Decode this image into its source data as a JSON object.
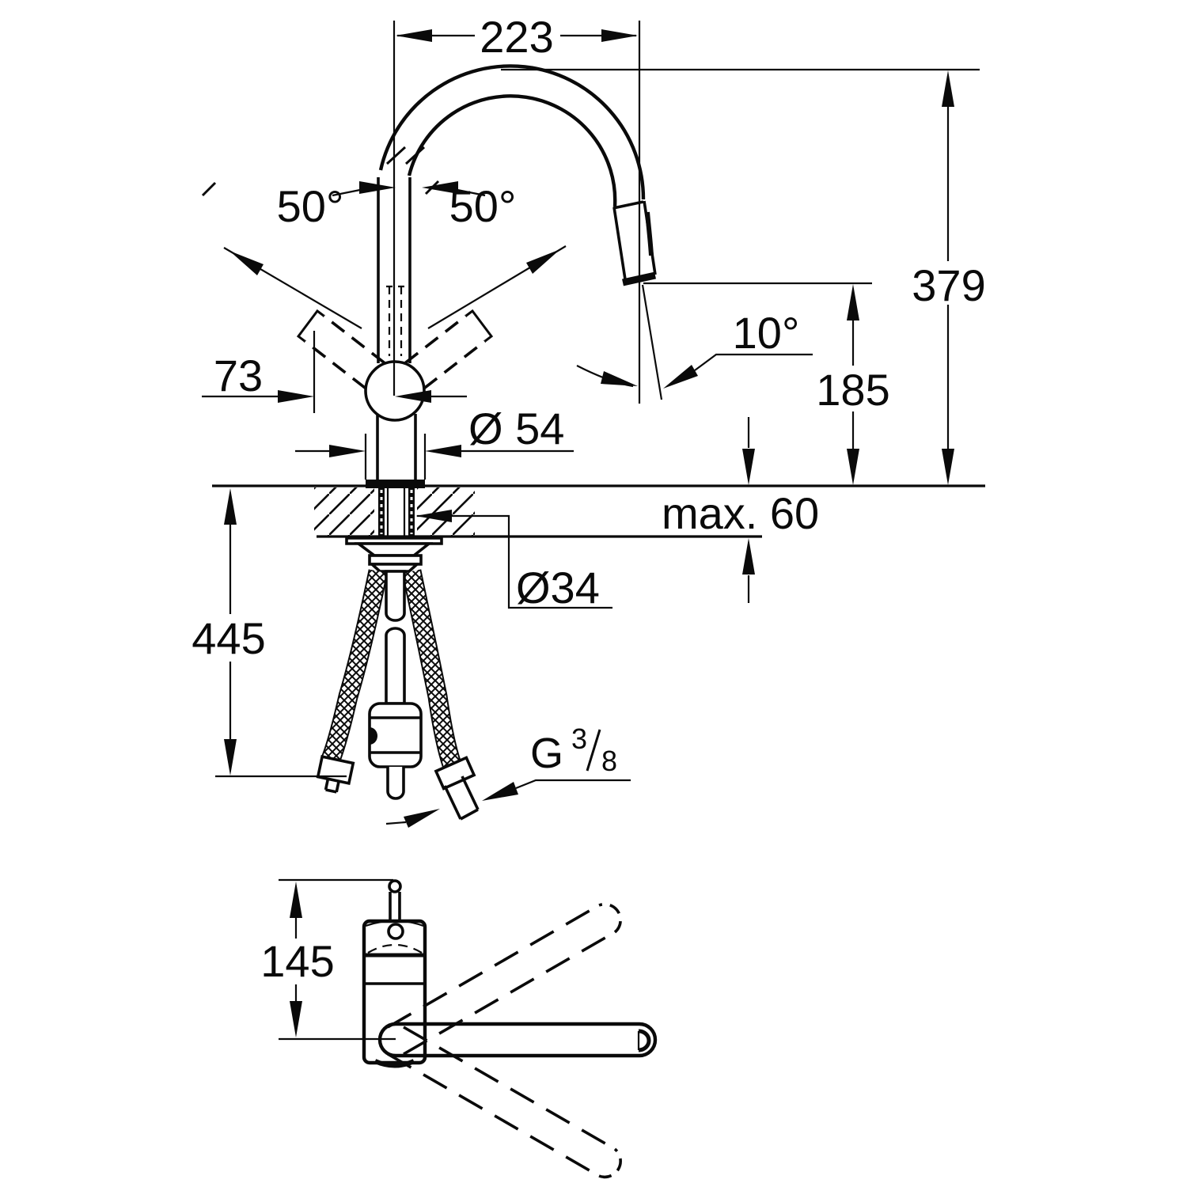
{
  "drawing": {
    "title": "kitchen-faucet-dimension-drawing",
    "line_color": "#0a0a0a",
    "background_color": "#ffffff"
  },
  "dims": {
    "spout_reach": "223",
    "swing_left": "50°",
    "swing_right": "50°",
    "lever_offset": "73",
    "body_diameter": "Ø 54",
    "total_height": "379",
    "head_angle": "10°",
    "outlet_height": "185",
    "deck_thickness": "max. 60",
    "hole_diameter": "Ø34",
    "hose_length": "445",
    "plan_height": "145",
    "thread": {
      "prefix": "G",
      "numerator": "3",
      "denominator": "8"
    }
  }
}
